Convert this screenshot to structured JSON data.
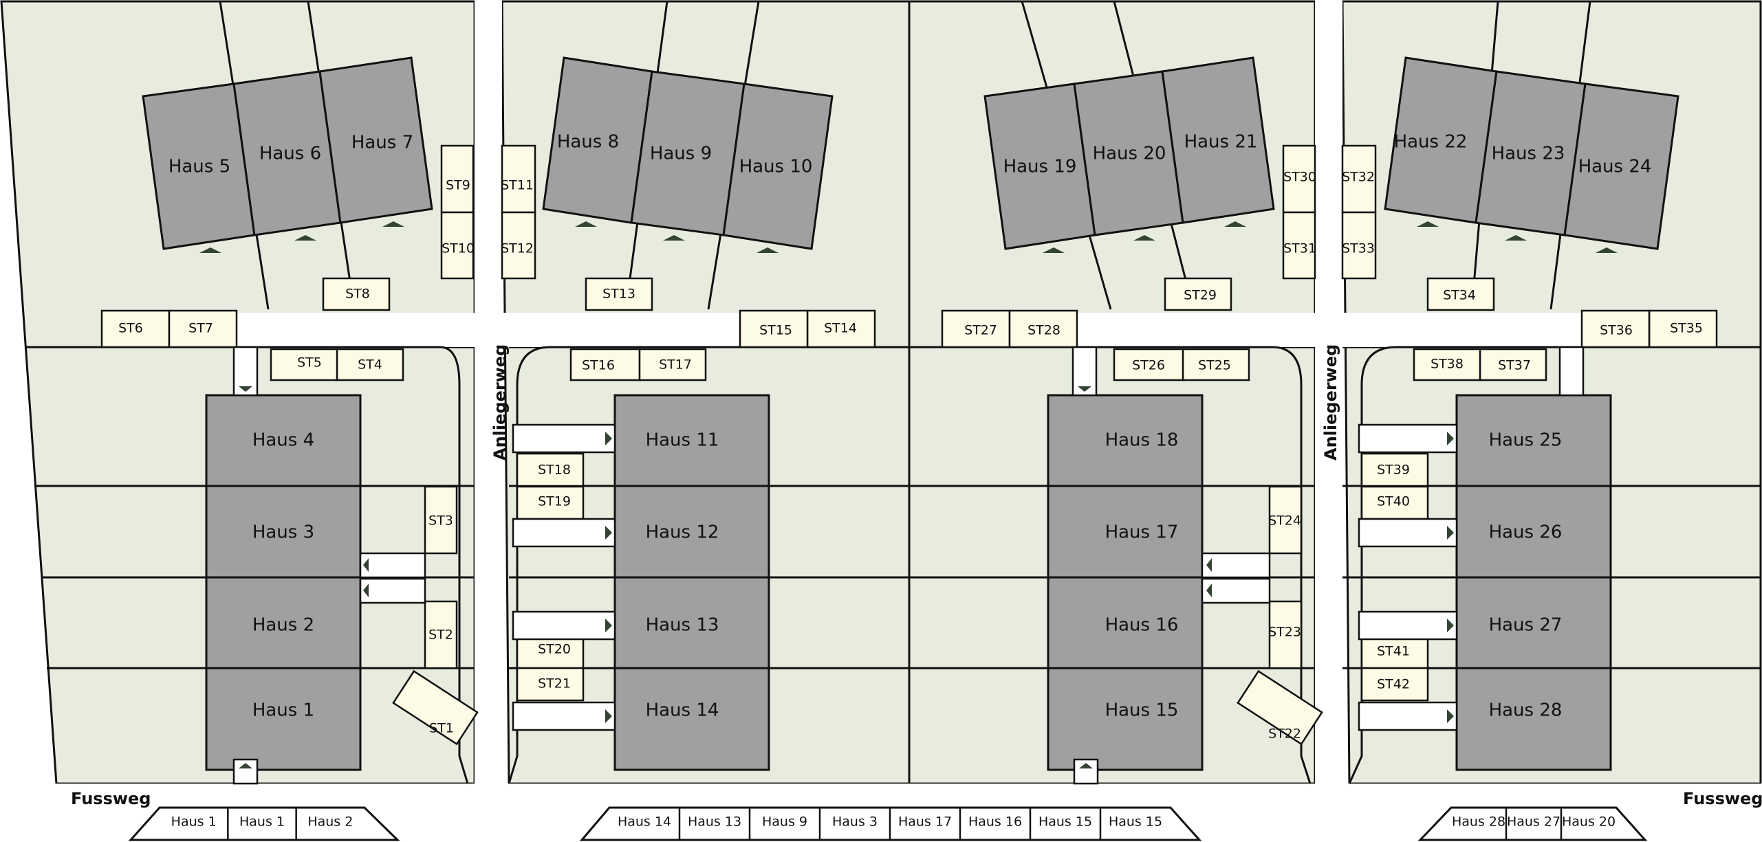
{
  "colors": {
    "lot": "#e7ecdf",
    "house": "#a19fa0",
    "parking": "#fdfbe6",
    "road": "#ffffff",
    "line": "#111111",
    "arrow": "#334433"
  },
  "labels": {
    "anliegerweg": "Anliegerweg",
    "fussweg": "Fussweg"
  },
  "houses": [
    {
      "id": "haus5",
      "label": "Haus 5"
    },
    {
      "id": "haus6",
      "label": "Haus 6"
    },
    {
      "id": "haus7",
      "label": "Haus 7"
    },
    {
      "id": "haus8",
      "label": "Haus 8"
    },
    {
      "id": "haus9",
      "label": "Haus 9"
    },
    {
      "id": "haus10",
      "label": "Haus 10"
    },
    {
      "id": "haus19",
      "label": "Haus 19"
    },
    {
      "id": "haus20",
      "label": "Haus 20"
    },
    {
      "id": "haus21",
      "label": "Haus 21"
    },
    {
      "id": "haus22",
      "label": "Haus 22"
    },
    {
      "id": "haus23",
      "label": "Haus 23"
    },
    {
      "id": "haus24",
      "label": "Haus 24"
    },
    {
      "id": "haus4",
      "label": "Haus 4"
    },
    {
      "id": "haus3",
      "label": "Haus 3"
    },
    {
      "id": "haus2",
      "label": "Haus 2"
    },
    {
      "id": "haus1",
      "label": "Haus 1"
    },
    {
      "id": "haus11",
      "label": "Haus 11"
    },
    {
      "id": "haus12",
      "label": "Haus 12"
    },
    {
      "id": "haus13",
      "label": "Haus 13"
    },
    {
      "id": "haus14",
      "label": "Haus 14"
    },
    {
      "id": "haus18",
      "label": "Haus 18"
    },
    {
      "id": "haus17",
      "label": "Haus 17"
    },
    {
      "id": "haus16",
      "label": "Haus 16"
    },
    {
      "id": "haus15",
      "label": "Haus 15"
    },
    {
      "id": "haus25",
      "label": "Haus 25"
    },
    {
      "id": "haus26",
      "label": "Haus 26"
    },
    {
      "id": "haus27",
      "label": "Haus 27"
    },
    {
      "id": "haus28",
      "label": "Haus 28"
    }
  ],
  "parking_spaces": [
    {
      "id": "st1",
      "label": "ST1"
    },
    {
      "id": "st2",
      "label": "ST2"
    },
    {
      "id": "st3",
      "label": "ST3"
    },
    {
      "id": "st4",
      "label": "ST4"
    },
    {
      "id": "st5",
      "label": "ST5"
    },
    {
      "id": "st6",
      "label": "ST6"
    },
    {
      "id": "st7",
      "label": "ST7"
    },
    {
      "id": "st8",
      "label": "ST8"
    },
    {
      "id": "st9",
      "label": "ST9"
    },
    {
      "id": "st10",
      "label": "ST10"
    },
    {
      "id": "st11",
      "label": "ST11"
    },
    {
      "id": "st12",
      "label": "ST12"
    },
    {
      "id": "st13",
      "label": "ST13"
    },
    {
      "id": "st14",
      "label": "ST14"
    },
    {
      "id": "st15",
      "label": "ST15"
    },
    {
      "id": "st16",
      "label": "ST16"
    },
    {
      "id": "st17",
      "label": "ST17"
    },
    {
      "id": "st18",
      "label": "ST18"
    },
    {
      "id": "st19",
      "label": "ST19"
    },
    {
      "id": "st20",
      "label": "ST20"
    },
    {
      "id": "st21",
      "label": "ST21"
    },
    {
      "id": "st22",
      "label": "ST22"
    },
    {
      "id": "st23",
      "label": "ST23"
    },
    {
      "id": "st24",
      "label": "ST24"
    },
    {
      "id": "st25",
      "label": "ST25"
    },
    {
      "id": "st26",
      "label": "ST26"
    },
    {
      "id": "st27",
      "label": "ST27"
    },
    {
      "id": "st28",
      "label": "ST28"
    },
    {
      "id": "st29",
      "label": "ST29"
    },
    {
      "id": "st30",
      "label": "ST30"
    },
    {
      "id": "st31",
      "label": "ST31"
    },
    {
      "id": "st32",
      "label": "ST32"
    },
    {
      "id": "st33",
      "label": "ST33"
    },
    {
      "id": "st34",
      "label": "ST34"
    },
    {
      "id": "st35",
      "label": "ST35"
    },
    {
      "id": "st36",
      "label": "ST36"
    },
    {
      "id": "st37",
      "label": "ST37"
    },
    {
      "id": "st38",
      "label": "ST38"
    },
    {
      "id": "st39",
      "label": "ST39"
    },
    {
      "id": "st40",
      "label": "ST40"
    },
    {
      "id": "st41",
      "label": "ST41"
    },
    {
      "id": "st42",
      "label": "ST42"
    }
  ],
  "garages": {
    "left": [
      "Haus 1",
      "Haus 1",
      "Haus 2"
    ],
    "middle": [
      "Haus 14",
      "Haus 13",
      "Haus 9",
      "Haus 3",
      "Haus 17",
      "Haus 16",
      "Haus 15",
      "Haus 15"
    ],
    "right": [
      "Haus 28",
      "Haus 27",
      "Haus 20"
    ]
  }
}
